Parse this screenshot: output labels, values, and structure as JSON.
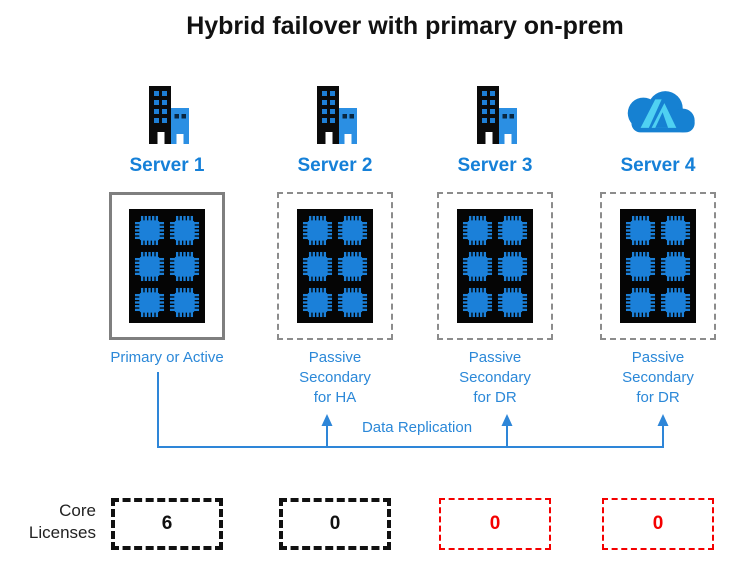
{
  "title": "Hybrid failover with primary on-prem",
  "columns": [
    {
      "name": "Server 1",
      "icon": "office-building-icon",
      "role": "Primary or Active",
      "box_style": "solid",
      "license_value": "6",
      "license_color": "black"
    },
    {
      "name": "Server 2",
      "icon": "office-building-icon",
      "role": "Passive Secondary for HA",
      "box_style": "dashed",
      "license_value": "0",
      "license_color": "black"
    },
    {
      "name": "Server 3",
      "icon": "office-building-icon",
      "role": "Passive Secondary for DR",
      "box_style": "dashed",
      "license_value": "0",
      "license_color": "red"
    },
    {
      "name": "Server 4",
      "icon": "azure-cloud-icon",
      "role": "Passive Secondary for DR",
      "box_style": "dashed",
      "license_value": "0",
      "license_color": "red"
    }
  ],
  "chips_per_server": 6,
  "replication_label": "Data Replication",
  "core_licenses_label": "Core Licenses",
  "colors": {
    "server_title_blue": "#1580d8",
    "role_label_blue": "#2b88d8",
    "chip_blue": "#1b80d9",
    "building_blue": "#2b8fe3",
    "cloud_blue": "#1681d2",
    "azure_logo_light": "#4fd1f2",
    "line_blue": "#2e86d8",
    "license_red": "#f40000",
    "license_black": "#111111",
    "solid_border_gray": "#7f7f7f",
    "dashed_border_gray": "#8c8c8c"
  }
}
